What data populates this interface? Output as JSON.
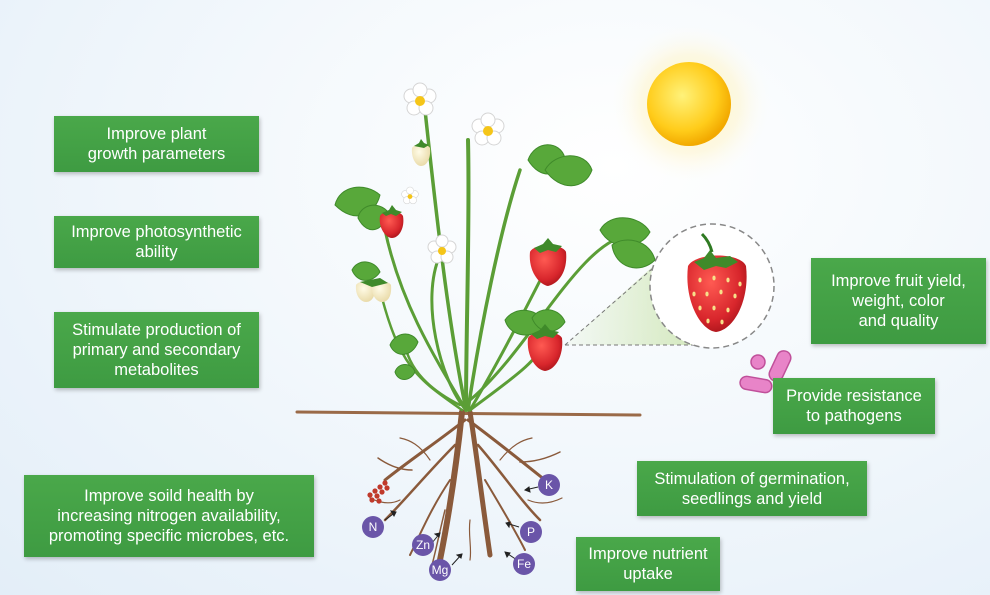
{
  "benefits": {
    "growth": [
      "Improve plant",
      "growth parameters"
    ],
    "photosynthesis": [
      "Improve photosynthetic",
      "ability"
    ],
    "metabolites": [
      "Stimulate production of",
      "primary and secondary",
      "metabolites"
    ],
    "soil": [
      "Improve soild health by",
      "increasing nitrogen availability,",
      "promoting specific microbes, etc."
    ],
    "fruit": [
      "Improve fruit yield,",
      "weight, color",
      "and quality"
    ],
    "resistance": [
      "Provide resistance",
      "to pathogens"
    ],
    "germination": [
      "Stimulation of germination,",
      "seedlings and yield"
    ],
    "nutrient": [
      "Improve nutrient",
      "uptake"
    ]
  },
  "nutrients": {
    "n": "N",
    "zn": "Zn",
    "mg": "Mg",
    "fe": "Fe",
    "p": "P",
    "k": "K"
  },
  "colors": {
    "box_green": "#3e9b42",
    "nutrient_purple": "#6a55a8",
    "root_brown": "#8a5a3b",
    "stem_green": "#5b9e36",
    "strawberry_red": "#d8262c",
    "sun_yellow": "#ffcc1a"
  }
}
